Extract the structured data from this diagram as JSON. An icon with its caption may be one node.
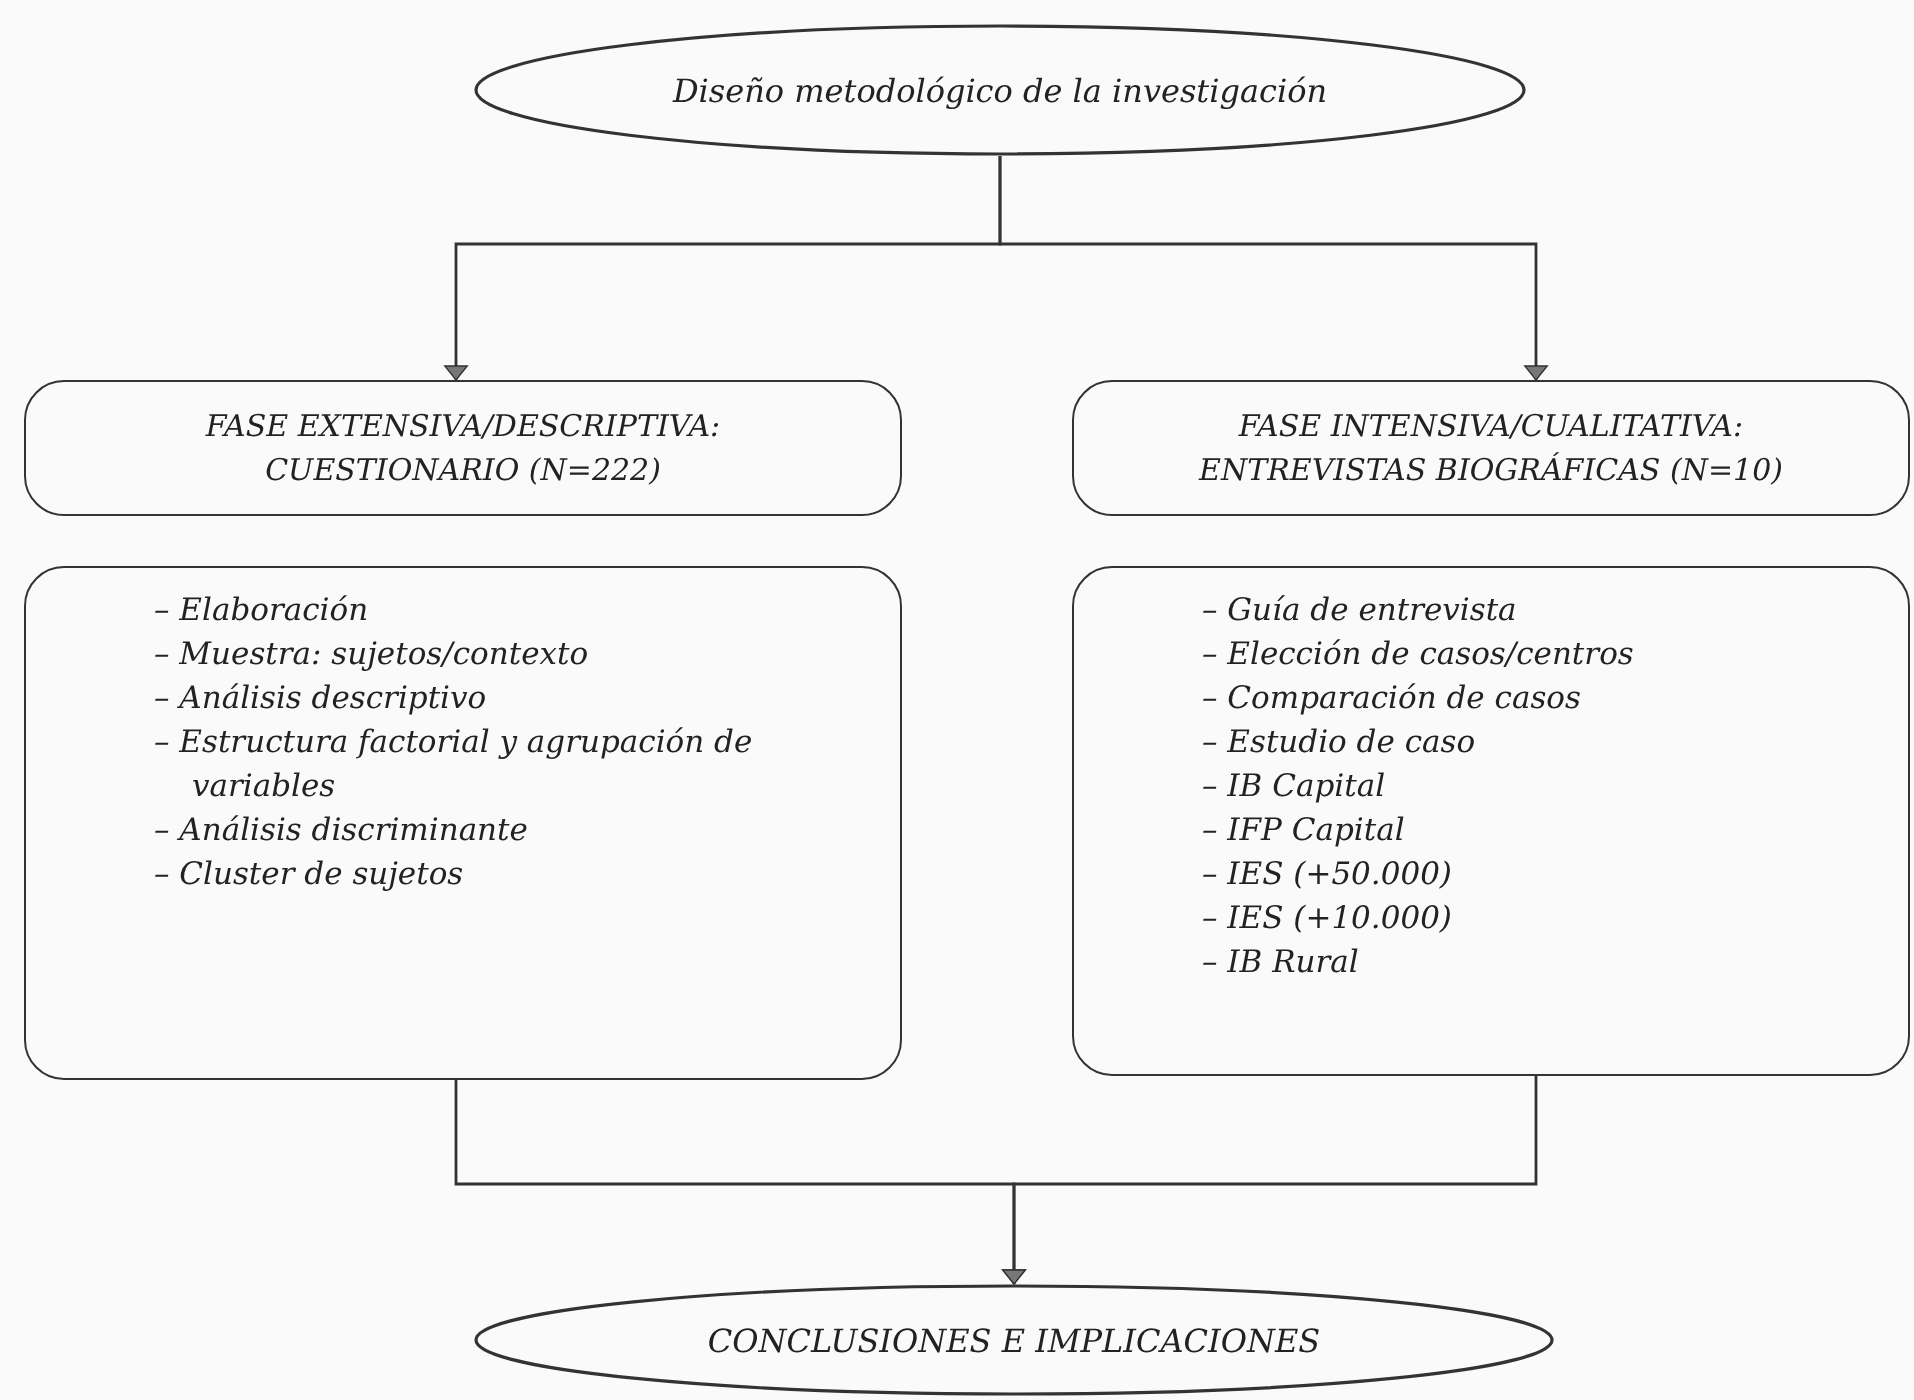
{
  "diagram": {
    "nodes": [
      {
        "text": [
          "Diseño metodológico de la investigación"
        ]
      },
      {
        "text": [
          "FASE EXTENSIVA/DESCRIPTIVA: CUESTIONARIO (N=222)"
        ]
      },
      {
        "text": [
          "FASE INTENSIVA/CUALITATIVA: ENTREVISTAS BIOGRÁFICAS (N=10)"
        ]
      },
      {
        "text": [
          "– Elaboración",
          "– Muestra: sujetos/contexto",
          "– Análisis descriptivo",
          "– Estructura factorial y agrupación de variables",
          "– Análisis discriminante",
          "– Cluster de sujetos"
        ]
      },
      {
        "text": [
          "– Guía de entrevista",
          "– Elección de casos/centros",
          "– Comparación de casos",
          "– Estudio de caso",
          "– IB Capital",
          "– IFP Capital",
          "– IES (+50.000)",
          "– IES (+10.000)",
          "– IB Rural"
        ]
      },
      {
        "text": [
          "CONCLUSIONES E IMPLICACIONES"
        ]
      }
    ],
    "edges": [
      {
        "from": 0,
        "to": 1,
        "arrow": "to"
      },
      {
        "from": 0,
        "to": 2,
        "arrow": "to"
      },
      {
        "from": 3,
        "to": 5,
        "arrow": "to"
      },
      {
        "from": 4,
        "to": 5,
        "arrow": "to"
      }
    ]
  }
}
